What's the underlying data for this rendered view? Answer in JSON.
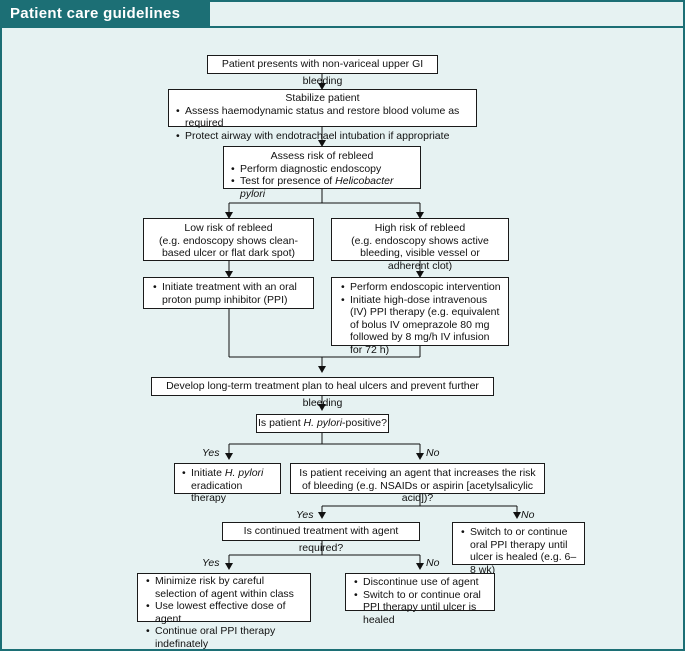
{
  "header": {
    "title": "Patient care guidelines"
  },
  "nodes": {
    "presents": "Patient presents with non-variceal upper GI bleeding",
    "stabilize": {
      "title": "Stabilize patient",
      "items": [
        "Assess haemodynamic status and restore blood volume as required",
        "Protect airway with endotrachael intubation if appropriate"
      ]
    },
    "assess": {
      "title": "Assess risk of rebleed",
      "item1": "Perform diagnostic endoscopy",
      "item2_prefix": "Test for presence of ",
      "item2_italic": "Helicobacter pylori"
    },
    "low_risk": {
      "title": "Low risk of rebleed",
      "desc": "(e.g. endoscopy shows clean-based ulcer or flat dark spot)"
    },
    "high_risk": {
      "title": "High risk of rebleed",
      "desc": "(e.g. endoscopy shows active bleeding, visible vessel or adherent clot)"
    },
    "oral_ppi": "Initiate treatment with an oral proton pump inhibitor (PPI)",
    "endoscopic": {
      "item1": "Perform endoscopic intervention",
      "item2": "Initiate high-dose intravenous (IV) PPI therapy (e.g. equivalent of bolus IV omeprazole 80 mg followed by 8 mg/h IV infusion for 72 h)"
    },
    "long_term": "Develop long-term treatment plan to heal ulcers and prevent further bleeding",
    "hpylori_q": {
      "prefix": "Is patient ",
      "italic": "H. pylori",
      "suffix": "-positive?"
    },
    "eradication": {
      "prefix": "Initiate ",
      "italic": "H. pylori",
      "suffix": " eradication therapy"
    },
    "agent_q": "Is patient receiving an agent that increases the risk of bleeding (e.g. NSAIDs or aspirin [acetylsalicylic acid])?",
    "continued_q": "Is continued treatment with agent required?",
    "switch_oral": "Switch to or continue oral PPI therapy until ulcer is healed (e.g. 6–8 wk)",
    "minimize": [
      "Minimize risk by careful selection of agent within class",
      "Use lowest effective dose of agent",
      "Continue oral PPI therapy indefinately"
    ],
    "discontinue": [
      "Discontinue use of agent",
      "Switch to or continue oral PPI therapy until ulcer is healed"
    ]
  },
  "labels": {
    "yes": "Yes",
    "no": "No"
  },
  "colors": {
    "frame": "#1c6f75",
    "background": "#e6f2f2"
  }
}
